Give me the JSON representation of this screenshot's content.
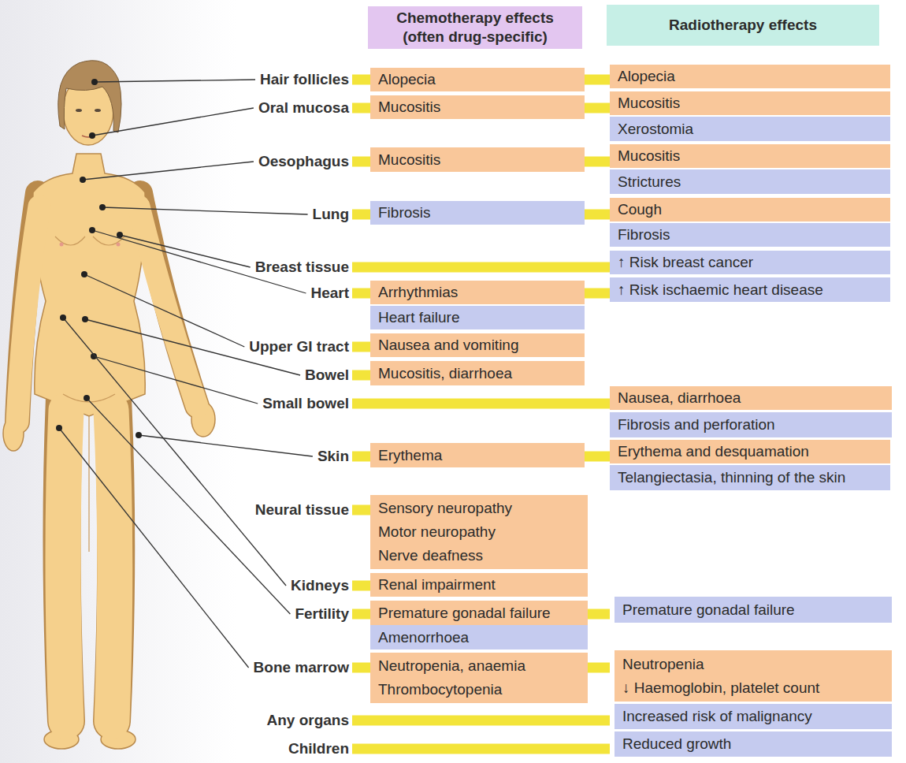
{
  "diagram": {
    "nodes": [
      {
        "text": [
          "Chemotherapy effects (often drug-specific)"
        ]
      },
      {
        "text": [
          "Radiotherapy effects"
        ]
      },
      {
        "text": [
          "Alopecia"
        ]
      },
      {
        "text": [
          "Alopecia"
        ]
      },
      {
        "text": [
          "Mucositis"
        ]
      },
      {
        "text": [
          "Mucositis"
        ]
      },
      {
        "text": [
          "Xerostomia"
        ]
      },
      {
        "text": [
          "Mucositis"
        ]
      },
      {
        "text": [
          "Mucositis"
        ]
      },
      {
        "text": [
          "Strictures"
        ]
      },
      {
        "text": [
          "Fibrosis"
        ]
      },
      {
        "text": [
          "Cough"
        ]
      },
      {
        "text": [
          "Fibrosis"
        ]
      },
      {
        "text": [
          "↑ Risk breast cancer"
        ]
      },
      {
        "text": [
          "Arrhythmias"
        ]
      },
      {
        "text": [
          "↑ Risk ischaemic heart disease"
        ]
      },
      {
        "text": [
          "Heart failure"
        ]
      },
      {
        "text": [
          "Nausea and vomiting"
        ]
      },
      {
        "text": [
          "Mucositis, diarrhoea"
        ]
      },
      {
        "text": [
          "Nausea, diarrhoea"
        ]
      },
      {
        "text": [
          "Fibrosis and perforation"
        ]
      },
      {
        "text": [
          "Erythema"
        ]
      },
      {
        "text": [
          "Erythema and desquamation"
        ]
      },
      {
        "text": [
          "Telangiectasia, thinning of the skin"
        ]
      },
      {
        "text": [
          "Sensory neuropathy",
          "Motor neuropathy",
          "Nerve deafness"
        ]
      },
      {
        "text": [
          "Renal impairment"
        ]
      },
      {
        "text": [
          "Premature gonadal failure"
        ]
      },
      {
        "text": [
          "Premature gonadal failure"
        ]
      },
      {
        "text": [
          "Amenorrhoea"
        ]
      },
      {
        "text": [
          "Neutropenia, anaemia",
          "Thrombocytopenia"
        ]
      },
      {
        "text": [
          "Neutropenia",
          "↓ Haemoglobin, platelet count"
        ]
      },
      {
        "text": [
          "Increased risk of malignancy"
        ]
      },
      {
        "text": [
          "Reduced growth"
        ]
      }
    ],
    "labels": [
      "Hair follicles",
      "Oral mucosa",
      "Oesophagus",
      "Lung",
      "Breast tissue",
      "Heart",
      "Upper GI tract",
      "Bowel",
      "Small bowel",
      "Skin",
      "Neural tissue",
      "Kidneys",
      "Fertility",
      "Bone marrow",
      "Any organs",
      "Children"
    ]
  }
}
